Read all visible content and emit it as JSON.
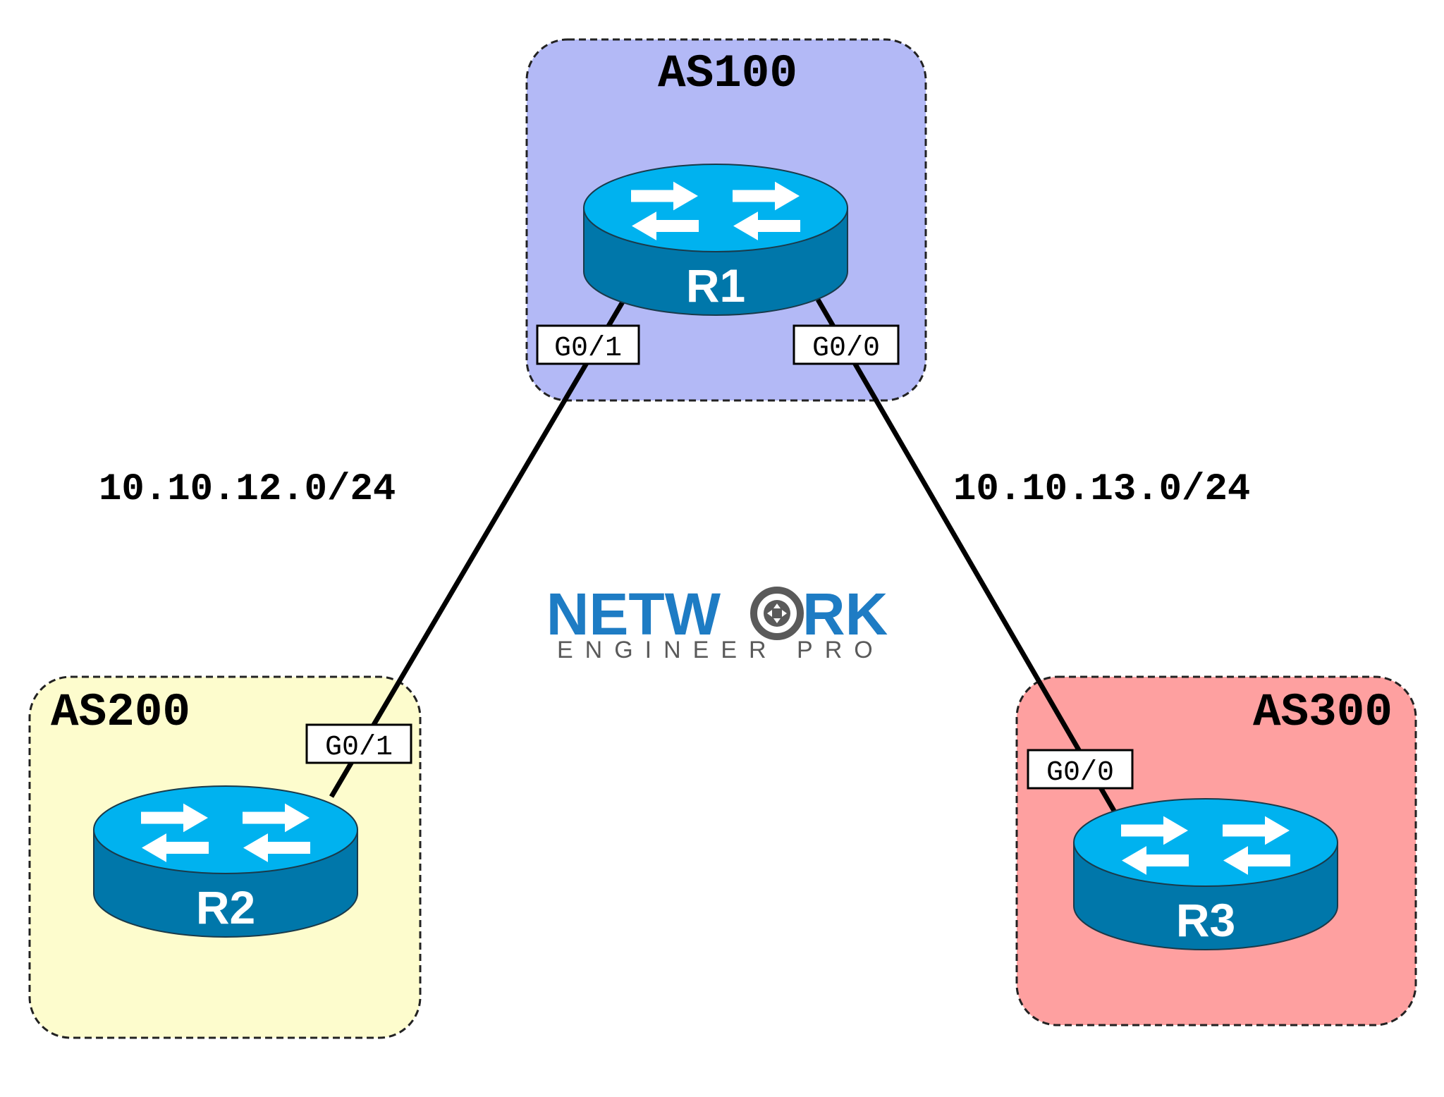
{
  "colors": {
    "as100_fill": "#b3b9f6",
    "as200_fill": "#fdfccd",
    "as300_fill": "#fea0a0",
    "router_top": "#00b2ef",
    "router_side": "#0077aa",
    "logo_blue": "#1e7cc4",
    "logo_gray": "#5a5a5a"
  },
  "autonomous_systems": [
    {
      "id": "as100",
      "label": "AS100"
    },
    {
      "id": "as200",
      "label": "AS200"
    },
    {
      "id": "as300",
      "label": "AS300"
    }
  ],
  "routers": [
    {
      "id": "r1",
      "name": "R1",
      "icon": "router-icon"
    },
    {
      "id": "r2",
      "name": "R2",
      "icon": "router-icon"
    },
    {
      "id": "r3",
      "name": "R3",
      "icon": "router-icon"
    }
  ],
  "links": [
    {
      "id": "r1-r2",
      "subnet": "10.10.12.0/24",
      "a_iface": "G0/1",
      "b_iface": "G0/1"
    },
    {
      "id": "r1-r3",
      "subnet": "10.10.13.0/24",
      "a_iface": "G0/0",
      "b_iface": "G0/0"
    }
  ],
  "logo": {
    "main_left": "NETW",
    "main_right": "RK",
    "sub": "ENGINEER PRO"
  }
}
